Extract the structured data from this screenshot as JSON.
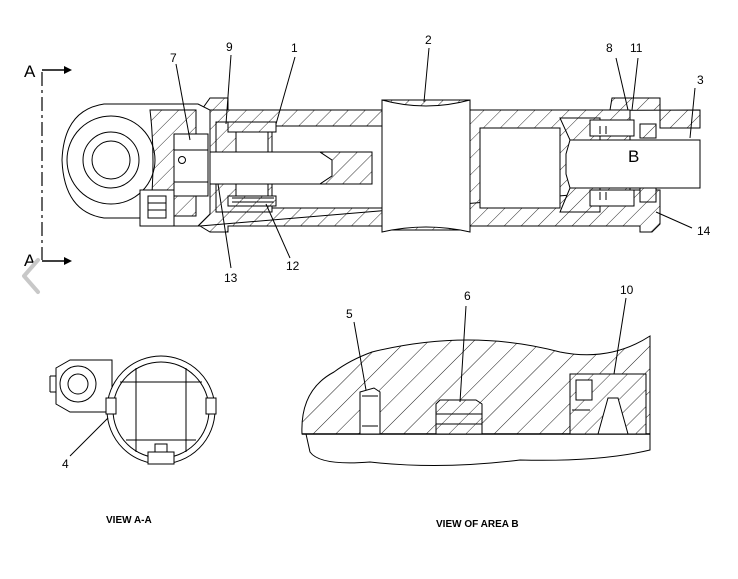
{
  "callouts": {
    "c1": "1",
    "c2": "2",
    "c3": "3",
    "c4": "4",
    "c5": "5",
    "c6": "6",
    "c7": "7",
    "c8": "8",
    "c9": "9",
    "c10": "10",
    "c11": "11",
    "c12": "12",
    "c13": "13",
    "c14": "14"
  },
  "section_marks": {
    "top": "A",
    "bottom": "A",
    "area": "B"
  },
  "captions": {
    "view_aa": "VIEW A-A",
    "view_area_b": "VIEW OF AREA B"
  },
  "nav": {
    "icon": "chevron-left-icon"
  }
}
